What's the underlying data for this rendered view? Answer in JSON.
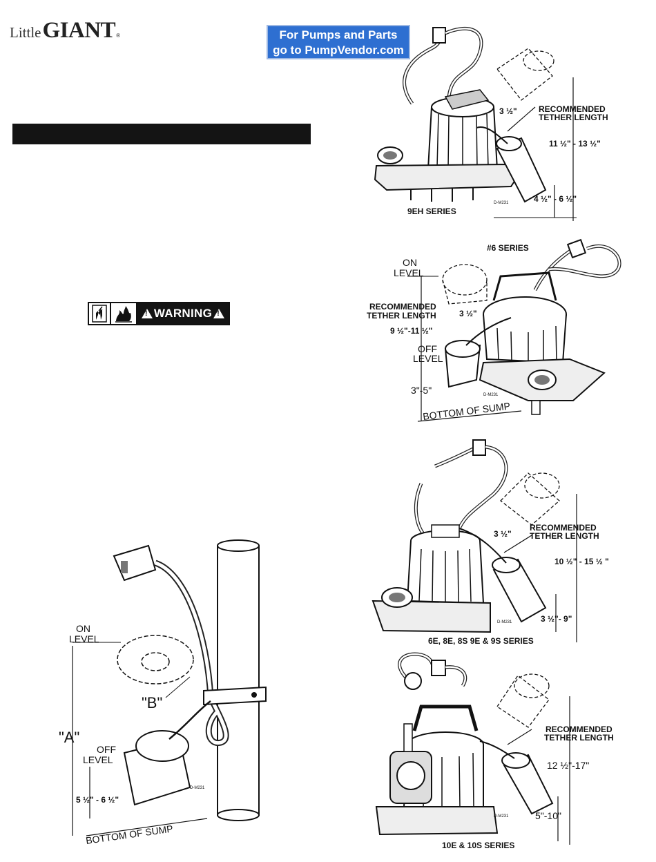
{
  "header": {
    "logo_little": "Little",
    "logo_giant": "GIANT",
    "logo_reg": "®",
    "banner_line1": "For Pumps and Parts",
    "banner_line2": "go to PumpVendor.com"
  },
  "warning": {
    "label": "WARNING"
  },
  "fig_9eh": {
    "dim_short": "3 ½\"",
    "rec_line1": "RECOMMENDED",
    "rec_line2": "TETHER LENGTH",
    "dim_range": "11 ½\" - 13 ½\"",
    "dim_low": "4 ½\" - 6 ½\"",
    "code": "D-M231",
    "caption": "9EH SERIES"
  },
  "fig_6": {
    "title": "#6 SERIES",
    "on_line1": "ON",
    "on_line2": "LEVEL",
    "rec_line1": "RECOMMENDED",
    "rec_line2": "TETHER LENGTH",
    "dim_short": "3 ½\"",
    "dim_range": "9 ½\"-11 ½\"",
    "off_line1": "OFF",
    "off_line2": "LEVEL",
    "dim_low": "3\"-5\"",
    "code": "D-M231",
    "bottom": "BOTTOM OF SUMP"
  },
  "fig_6e": {
    "dim_short": "3 ½\"",
    "rec_line1": "RECOMMENDED",
    "rec_line2": "TETHER LENGTH",
    "dim_range": "10 ½\" - 15 ½ \"",
    "dim_low": "3 ½\"- 9\"",
    "code": "D-M231",
    "caption": "6E, 8E, 8S 9E & 9S  SERIES"
  },
  "fig_10e": {
    "rec_line1": "RECOMMENDED",
    "rec_line2": "TETHER LENGTH",
    "dim_range": "12 ½\"-17\"",
    "dim_low": "5\"-10\"",
    "code": "D-M231",
    "caption": "10E & 10S SERIES"
  },
  "fig_pipe": {
    "on_line1": "ON",
    "on_line2": "LEVEL",
    "label_b": "\"B\"",
    "label_a": "\"A\"",
    "off_line1": "OFF",
    "off_line2": "LEVEL",
    "dim_low": "5 ½\" - 6 ½\"",
    "code": "D-M231",
    "bottom": "BOTTOM OF SUMP"
  }
}
